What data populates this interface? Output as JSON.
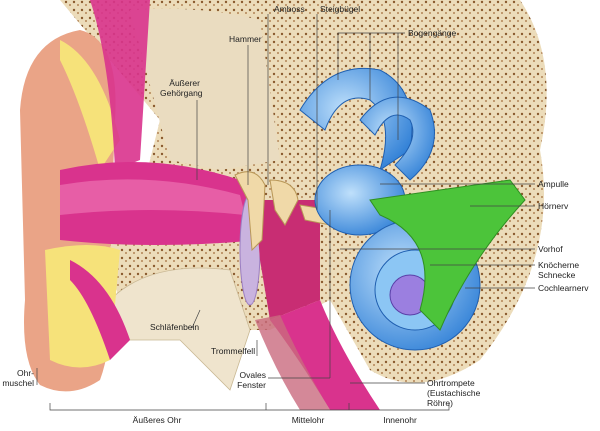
{
  "title": "Aufbau des Ohres",
  "labels": {
    "amboss": "Amboss",
    "steigbuegel": "Steigbügel",
    "bogengaenge": "Bogengänge",
    "hammer": "Hammer",
    "gehoergang_1": "Äußerer",
    "gehoergang_2": "Gehörgang",
    "ampulle": "Ampulle",
    "hoernerv": "Hörnerv",
    "vorhof": "Vorhof",
    "schnecke_1": "Knöcherne",
    "schnecke_2": "Schnecke",
    "cochlearnerv": "Cochlearnerv",
    "schlaefenbein": "Schläfenbein",
    "trommelfell": "Trommelfell",
    "ovales_1": "Ovales",
    "ovales_2": "Fenster",
    "ohrmuschel_1": "Ohr-",
    "ohrmuschel_2": "muschel",
    "ohrtrompete_1": "Ohrtrompete",
    "ohrtrompete_2": "(Eustachische",
    "ohrtrompete_3": "Röhre)"
  },
  "sections": {
    "outer": "Äußeres Ohr",
    "middle": "Mittelohr",
    "inner": "Innenohr"
  },
  "colors": {
    "bone": "#e9d8b6",
    "skin": "#eaa487",
    "canal": "#d9338d",
    "fat": "#f6e27a",
    "labyrinth": "#5aa8ea",
    "nerve": "#4cc43a"
  }
}
